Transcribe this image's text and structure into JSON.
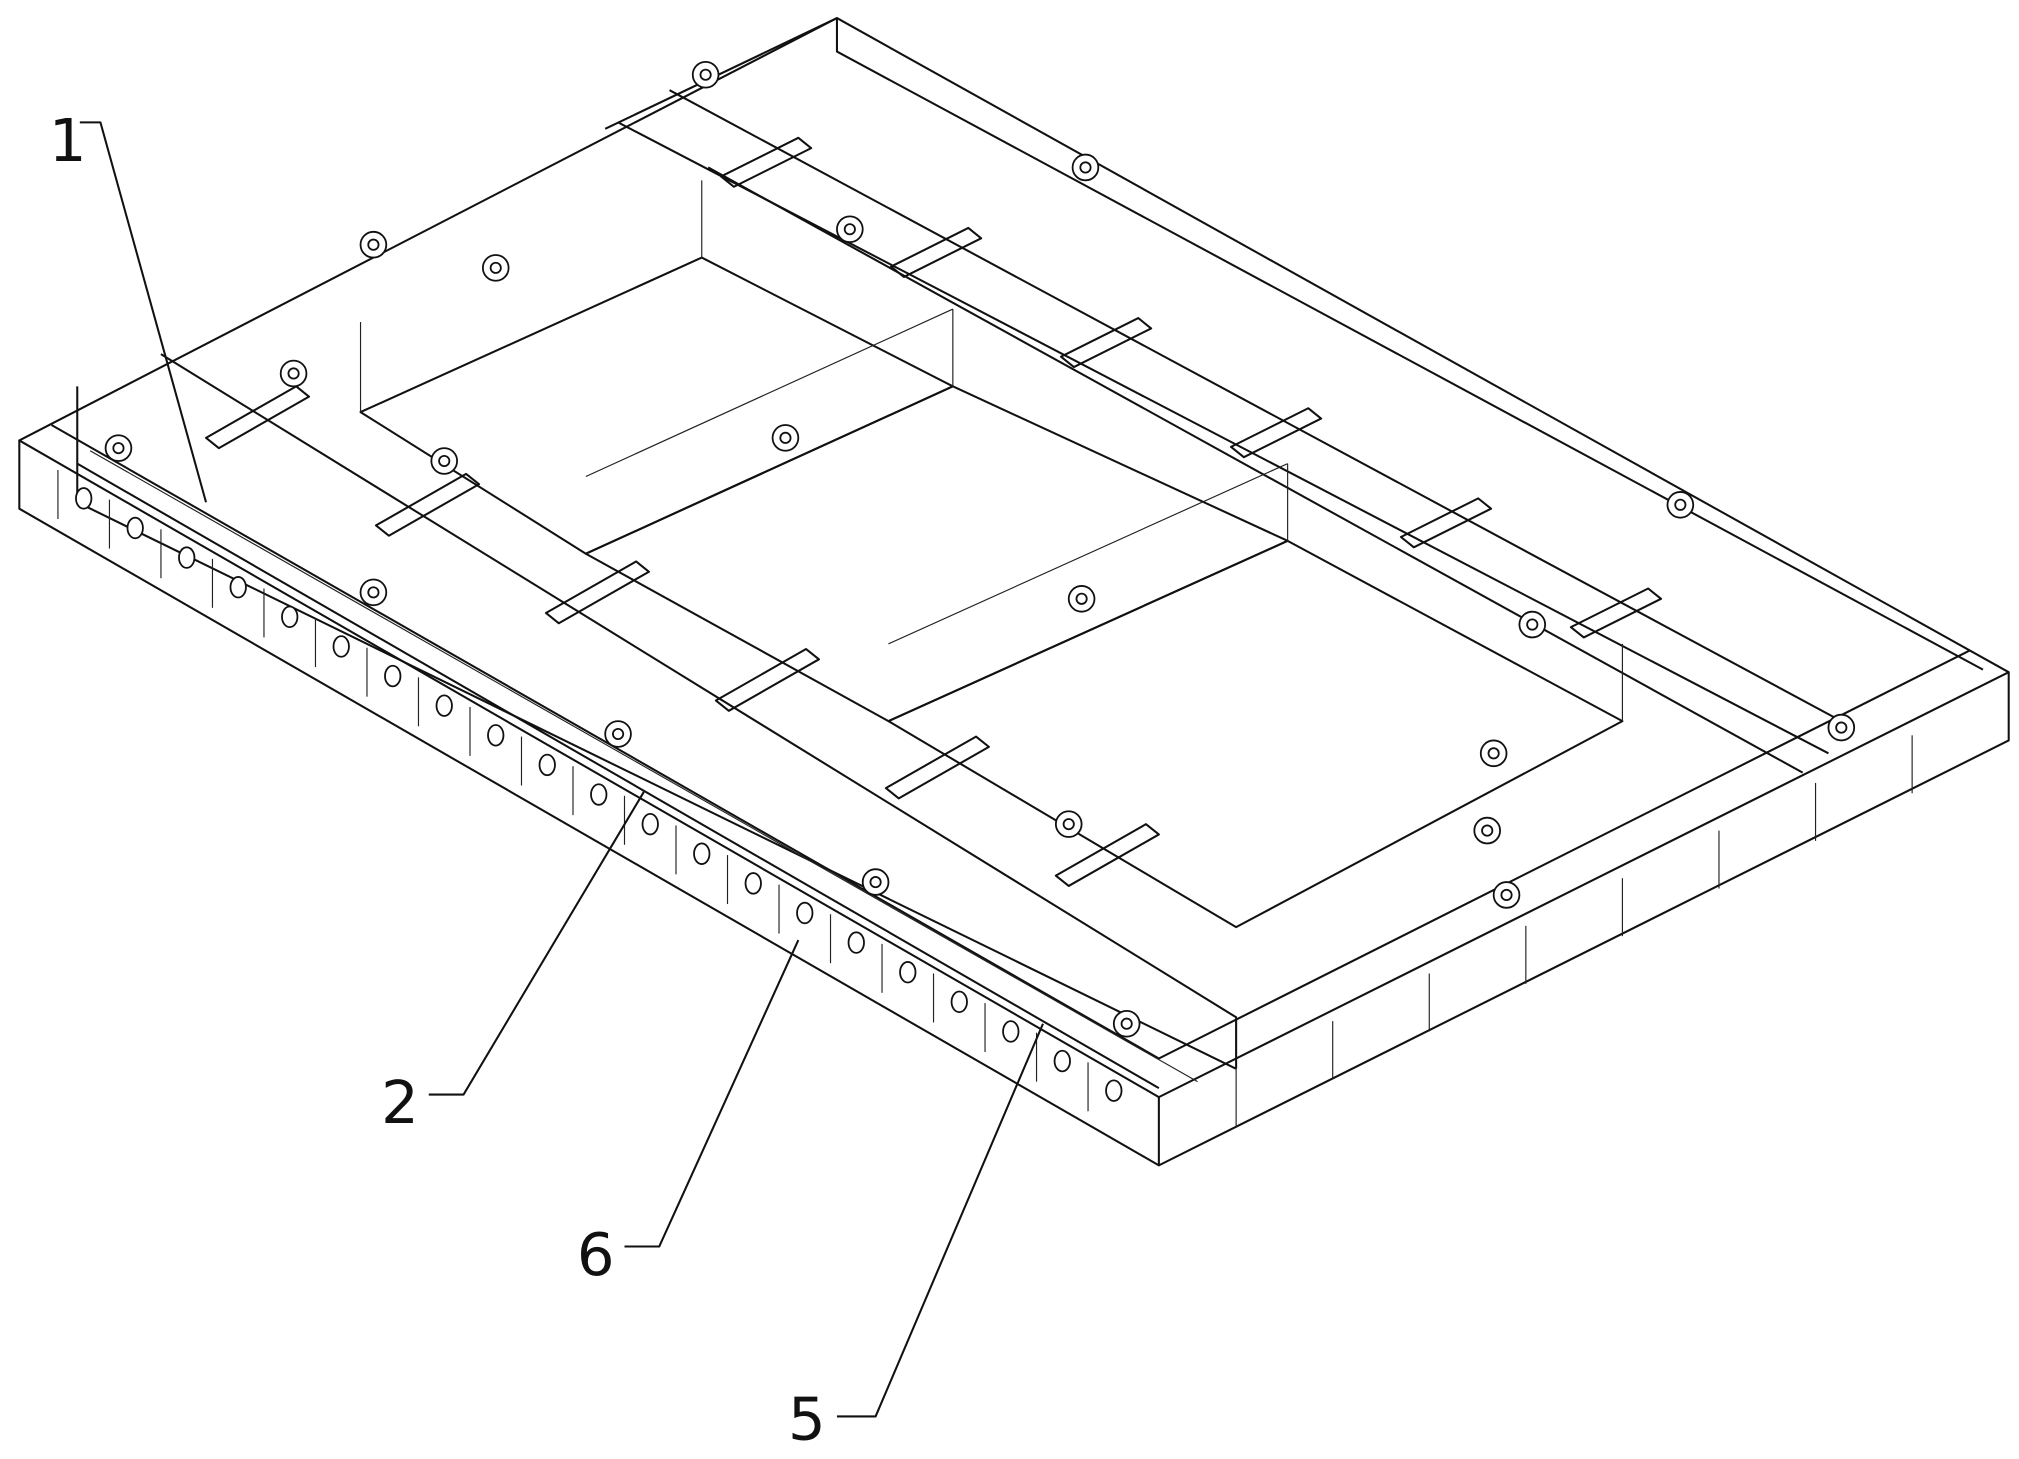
{
  "figure": {
    "labels": [
      {
        "id": "label-1",
        "text": "1"
      },
      {
        "id": "label-2",
        "text": "2"
      },
      {
        "id": "label-6",
        "text": "6"
      },
      {
        "id": "label-5",
        "text": "5"
      }
    ],
    "line_color": "#111111",
    "background": "#ffffff"
  }
}
